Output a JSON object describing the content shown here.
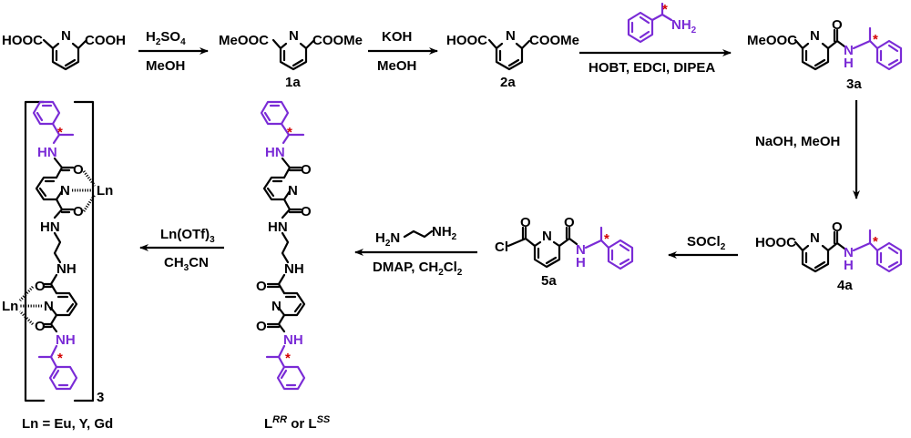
{
  "colors": {
    "bond": "#000000",
    "chiral_fragment": "#7a2bd6",
    "stereo_marker": "#d40000"
  },
  "compounds": {
    "start": {
      "left": "HOOC",
      "right": "COOH",
      "ring_atom": "N"
    },
    "c1a": {
      "left": "MeOOC",
      "right": "COOMe",
      "ring_atom": "N",
      "label": "1a"
    },
    "c2a": {
      "left": "HOOC",
      "right": "COOMe",
      "ring_atom": "N",
      "label": "2a"
    },
    "c3a": {
      "left": "MeOOC",
      "ring_atom": "N",
      "carbonyl_o": "O",
      "amide_n": "N",
      "amide_h": "H",
      "label": "3a"
    },
    "c4a": {
      "left": "HOOC",
      "ring_atom": "N",
      "carbonyl_o": "O",
      "amide_n": "N",
      "amide_h": "H",
      "label": "4a"
    },
    "c5a": {
      "left": "Cl",
      "ring_atom": "N",
      "carbonyl_o": "O",
      "acyl_o": "O",
      "amide_n": "N",
      "amide_h": "H",
      "label": "5a"
    },
    "ligand": {
      "hn_top": "HN",
      "o": "O",
      "ring_atom": "N",
      "hn_mid": "HN",
      "nh_mid": "NH",
      "nh_bottom": "NH",
      "label_L": "L",
      "label_RR": "RR",
      "label_or": " or L",
      "label_SS": "SS"
    },
    "complex": {
      "metal": "Ln",
      "o": "O",
      "ring_atom": "N",
      "hn_top": "HN",
      "hn_mid": "HN",
      "nh_mid": "NH",
      "nh_bottom": "NH",
      "subscript": "3",
      "caption": "Ln = Eu, Y, Gd"
    },
    "amine_reagent": {
      "nh2": "NH",
      "nh2_sub": "2"
    },
    "star": "*"
  },
  "reactions": [
    {
      "id": "step1",
      "above_main": "H",
      "above_sub1": "2",
      "above_mid": "SO",
      "above_sub2": "4",
      "below": "MeOH"
    },
    {
      "id": "step2",
      "above": "KOH",
      "below": "MeOH"
    },
    {
      "id": "step3",
      "below": "HOBT, EDCI, DIPEA"
    },
    {
      "id": "step4",
      "label": "NaOH, MeOH"
    },
    {
      "id": "step5",
      "above_main": "SOCl",
      "above_sub": "2"
    },
    {
      "id": "step6",
      "above_h": "H",
      "above_h_sub": "2",
      "above_n": "N",
      "above_nh": "NH",
      "above_nh_sub": "2",
      "below_main": "DMAP, CH",
      "below_sub1": "2",
      "below_mid": "Cl",
      "below_sub2": "2"
    },
    {
      "id": "step7",
      "above_main": "Ln(OTf)",
      "above_sub": "3",
      "below_main": "CH",
      "below_sub": "3",
      "below_end": "CN"
    }
  ]
}
